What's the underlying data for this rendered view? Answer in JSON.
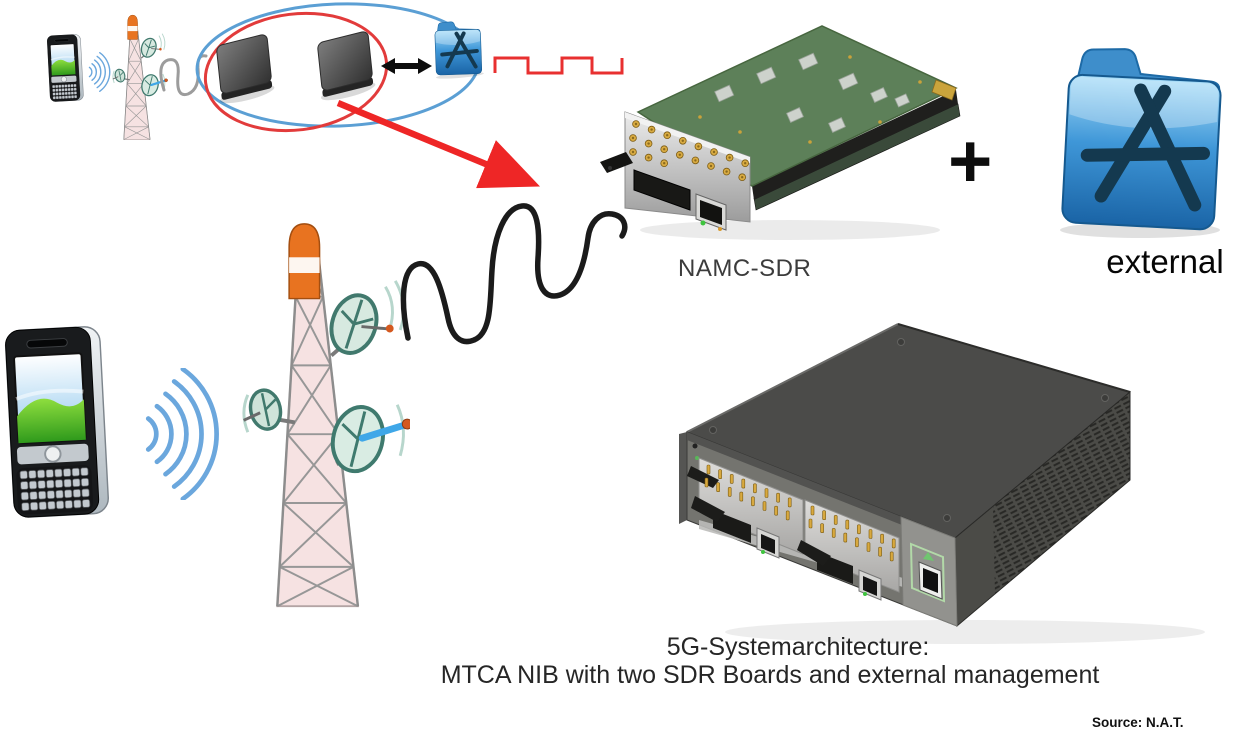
{
  "figure": {
    "labels": {
      "board": "NAMC-SDR",
      "plus": "+",
      "external": "external"
    },
    "caption": {
      "line1": "5G-Systemarchitecture:",
      "line2": "MTCA NIB with  two SDR Boards and external management"
    },
    "source": "Source: N.A.T.",
    "icons": {
      "phone_small": "mobile-phone",
      "tower_small": "antenna-tower-with-dishes",
      "radio_waves": "radio-waves",
      "gray_squiggle": "rf-signal-squiggle",
      "chips": "two-sdr-chips",
      "double_arrow": "left-right-arrow",
      "app_store_small": "app-store-folder",
      "square_wave": "digital-signal",
      "red_arrow": "pointer-arrow",
      "board_photo": "namc-sdr-amc-module",
      "app_store_large": "app-store-folder",
      "phone_large": "blackberry-smartphone",
      "tower_large": "antenna-tower-with-dishes",
      "sine_wave": "analog-rf-sine-wave",
      "chassis_photo": "mtca-nib-chassis"
    },
    "colors": {
      "ellipse_blue": "#5b9fd4",
      "ellipse_red": "#e23b3b",
      "signal_red": "#e83030",
      "arrow_red": "#ee2626",
      "app_blue": "#2e86cc",
      "pcb_green": "#5d8059",
      "chassis_gray": "#4b4b49",
      "tower_orange": "#e87320",
      "dish_teal": "#41796d",
      "wave_blue": "#6ba7dd",
      "connector_gold": "#d8a93f"
    }
  }
}
